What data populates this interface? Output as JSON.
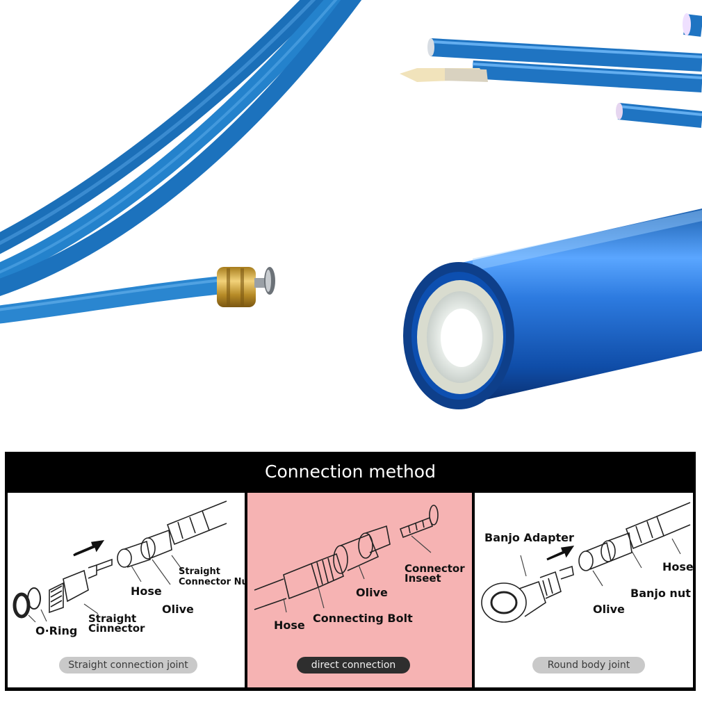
{
  "photo": {
    "hose_color": "#1f74c2",
    "fitting_color": "#c9a23c",
    "liner_color": "#eef0ee"
  },
  "panel": {
    "title": "Connection method",
    "cells": [
      {
        "name": "straight-connection",
        "pill": "Straight connection joint",
        "labels": {
          "o_ring": "O·Ring",
          "straight_connector": "Straight\nCinnector",
          "hose": "Hose",
          "olive": "Olive",
          "straight_connector_nut": "Straight\nConnector Nut"
        }
      },
      {
        "name": "direct-connection",
        "pill": "direct connection",
        "labels": {
          "hose": "Hose",
          "connecting_bolt": "Connecting Bolt",
          "olive": "Olive",
          "connector_insert": "Connector\nInseet"
        }
      },
      {
        "name": "round-body-joint",
        "pill": "Round body joint",
        "labels": {
          "banjo_adapter": "Banjo Adapter",
          "hose": "Hose",
          "banjo_nut": "Banjo nut",
          "olive": "Olive"
        }
      }
    ]
  },
  "colors": {
    "panel_bg": "#000000",
    "highlight_cell": "#f6b3b3",
    "pill_light": "#c9c9c9",
    "pill_dark": "#2e2e2e"
  }
}
